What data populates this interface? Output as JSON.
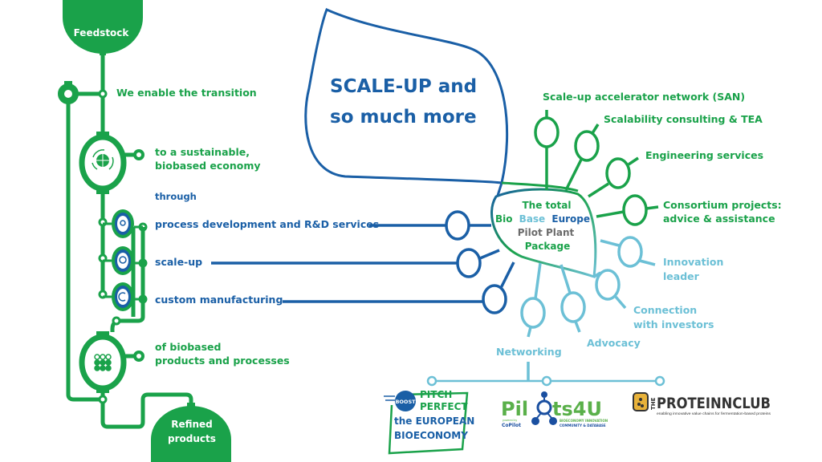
{
  "colors": {
    "green": "#1aa24a",
    "dark_blue": "#1a5fa6",
    "light_blue": "#6cc0d6",
    "gray": "#6b6b6b",
    "white": "#ffffff"
  },
  "pipeline": {
    "feedstock": "Feedstock",
    "enable": "We enable the transition",
    "sustainable_1": "to a sustainable,",
    "sustainable_2": "biobased economy",
    "through": "through",
    "services": [
      {
        "label": "process development and R&D services",
        "icon": "lightbulb-icon"
      },
      {
        "label": "scale-up",
        "icon": "gauge-icon"
      },
      {
        "label": "custom manufacturing",
        "icon": "signal-icon"
      }
    ],
    "biobased_1": "of biobased",
    "biobased_2": "products and processes",
    "refined_1": "Refined",
    "refined_2": "products",
    "icons": {
      "reactor_top": "globe-recycle-icon",
      "reactor_bottom": "molecules-icon",
      "valve": "valve-icon"
    }
  },
  "headline": {
    "line1": "SCALE-UP and",
    "line2": "so much more"
  },
  "hub": {
    "line1": "The total",
    "line2_a": "Bio",
    "line2_b": "Base",
    "line2_c": "Europe",
    "line3": "Pilot Plant",
    "line4": "Package"
  },
  "branches_green": [
    "Scale-up accelerator network (SAN)",
    "Scalability consulting & TEA",
    "Engineering services"
  ],
  "consortium": {
    "line1": "Consortium projects:",
    "line2": "advice & assistance"
  },
  "innovation": {
    "line1": "Innovation",
    "line2": "leader"
  },
  "investors": {
    "line1": "Connection",
    "line2": "with investors"
  },
  "advocacy": "Advocacy",
  "networking": "Networking",
  "logos": {
    "pitch": {
      "badge": "BOOST",
      "l1": "PITCH",
      "l2": "PERFECT",
      "l3": "the EUROPEAN",
      "l4": "BIOECONOMY"
    },
    "pilots": {
      "name_a": "Pil",
      "name_b": "ts4U",
      "powered": "powered by",
      "copilot": "CoPilot",
      "tag1": "BIOECONOMY INNOVATION",
      "tag2": "COMMUNITY & DATABASE"
    },
    "protein": {
      "the": "THE",
      "name": "PROTEINNCLUB",
      "tagline": "enabling innovative value chains for fermentation-based proteins"
    }
  }
}
